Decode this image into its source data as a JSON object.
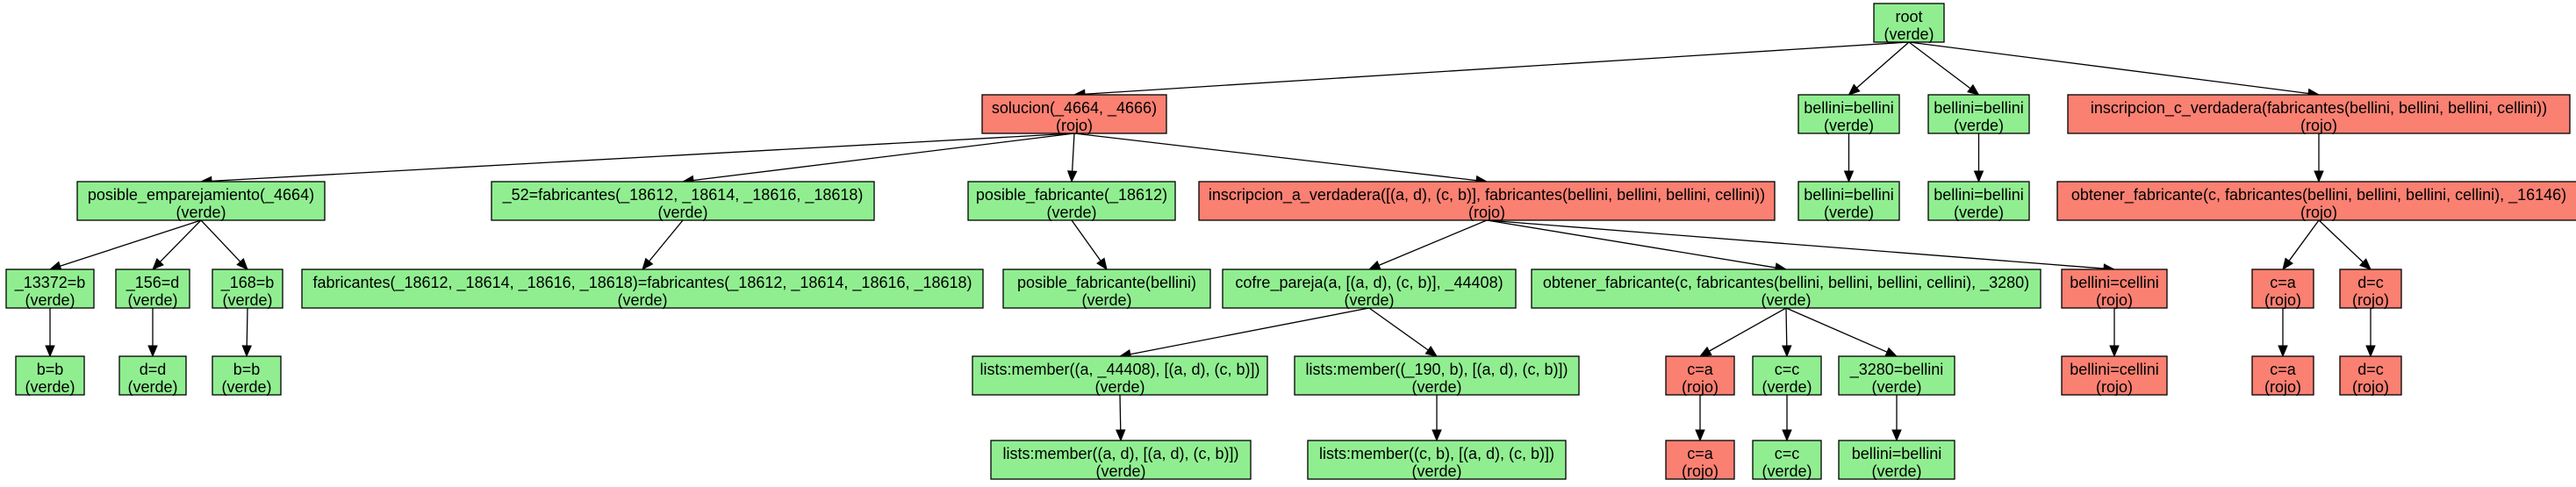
{
  "colors": {
    "verde": "#90ee90",
    "rojo": "#fa8072"
  },
  "nodes": [
    {
      "id": "root",
      "label": "root",
      "status": "(verde)",
      "color": "verde"
    },
    {
      "id": "solucion",
      "label": "solucion(_4664, _4666)",
      "status": "(rojo)",
      "color": "rojo"
    },
    {
      "id": "bellini1",
      "label": "bellini=bellini",
      "status": "(verde)",
      "color": "verde"
    },
    {
      "id": "bellini2",
      "label": "bellini=bellini",
      "status": "(verde)",
      "color": "verde"
    },
    {
      "id": "insc_c",
      "label": "inscripcion_c_verdadera(fabricantes(bellini, bellini, bellini, cellini))",
      "status": "(rojo)",
      "color": "rojo"
    },
    {
      "id": "bellini1c",
      "label": "bellini=bellini",
      "status": "(verde)",
      "color": "verde"
    },
    {
      "id": "bellini2c",
      "label": "bellini=bellini",
      "status": "(verde)",
      "color": "verde"
    },
    {
      "id": "obt2",
      "label": "obtener_fabricante(c, fabricantes(bellini, bellini, bellini, cellini), _16146)",
      "status": "(rojo)",
      "color": "rojo"
    },
    {
      "id": "ca2",
      "label": "c=a",
      "status": "(rojo)",
      "color": "rojo"
    },
    {
      "id": "dc2",
      "label": "d=c",
      "status": "(rojo)",
      "color": "rojo"
    },
    {
      "id": "ca2c",
      "label": "c=a",
      "status": "(rojo)",
      "color": "rojo"
    },
    {
      "id": "dc2c",
      "label": "d=c",
      "status": "(rojo)",
      "color": "rojo"
    },
    {
      "id": "posemp",
      "label": "posible_emparejamiento(_4664)",
      "status": "(verde)",
      "color": "verde"
    },
    {
      "id": "n52",
      "label": "_52=fabricantes(_18612, _18614, _18616, _18618)",
      "status": "(verde)",
      "color": "verde"
    },
    {
      "id": "posfab",
      "label": "posible_fabricante(_18612)",
      "status": "(verde)",
      "color": "verde"
    },
    {
      "id": "insc_a",
      "label": "inscripcion_a_verdadera([(a, d), (c, b)], fabricantes(bellini, bellini, bellini, cellini))",
      "status": "(rojo)",
      "color": "rojo"
    },
    {
      "id": "n13372",
      "label": "_13372=b",
      "status": "(verde)",
      "color": "verde"
    },
    {
      "id": "n156",
      "label": "_156=d",
      "status": "(verde)",
      "color": "verde"
    },
    {
      "id": "n168",
      "label": "_168=b",
      "status": "(verde)",
      "color": "verde"
    },
    {
      "id": "fabeq",
      "label": "fabricantes(_18612, _18614, _18616, _18618)=fabricantes(_18612, _18614, _18616, _18618)",
      "status": "(verde)",
      "color": "verde"
    },
    {
      "id": "posfabb",
      "label": "posible_fabricante(bellini)",
      "status": "(verde)",
      "color": "verde"
    },
    {
      "id": "bb1",
      "label": "b=b",
      "status": "(verde)",
      "color": "verde"
    },
    {
      "id": "dd",
      "label": "d=d",
      "status": "(verde)",
      "color": "verde"
    },
    {
      "id": "bb2",
      "label": "b=b",
      "status": "(verde)",
      "color": "verde"
    },
    {
      "id": "cofre",
      "label": "cofre_pareja(a, [(a, d), (c, b)], _44408)",
      "status": "(verde)",
      "color": "verde"
    },
    {
      "id": "obt1",
      "label": "obtener_fabricante(c, fabricantes(bellini, bellini, bellini, cellini), _3280)",
      "status": "(verde)",
      "color": "verde"
    },
    {
      "id": "bc",
      "label": "bellini=cellini",
      "status": "(rojo)",
      "color": "rojo"
    },
    {
      "id": "bcc",
      "label": "bellini=cellini",
      "status": "(rojo)",
      "color": "rojo"
    },
    {
      "id": "lm1",
      "label": "lists:member((a, _44408), [(a, d), (c, b)])",
      "status": "(verde)",
      "color": "verde"
    },
    {
      "id": "lm2",
      "label": "lists:member((_190, b), [(a, d), (c, b)])",
      "status": "(verde)",
      "color": "verde"
    },
    {
      "id": "lm1c",
      "label": "lists:member((a, d), [(a, d), (c, b)])",
      "status": "(verde)",
      "color": "verde"
    },
    {
      "id": "lm2c",
      "label": "lists:member((c, b), [(a, d), (c, b)])",
      "status": "(verde)",
      "color": "verde"
    },
    {
      "id": "ca1",
      "label": "c=a",
      "status": "(rojo)",
      "color": "rojo"
    },
    {
      "id": "cc1",
      "label": "c=c",
      "status": "(verde)",
      "color": "verde"
    },
    {
      "id": "n3280",
      "label": "_3280=bellini",
      "status": "(verde)",
      "color": "verde"
    },
    {
      "id": "ca1c",
      "label": "c=a",
      "status": "(rojo)",
      "color": "rojo"
    },
    {
      "id": "cc1c",
      "label": "c=c",
      "status": "(verde)",
      "color": "verde"
    },
    {
      "id": "n3280c",
      "label": "bellini=bellini",
      "status": "(verde)",
      "color": "verde"
    }
  ],
  "edges": [
    [
      "root",
      "solucion"
    ],
    [
      "root",
      "bellini1"
    ],
    [
      "root",
      "bellini2"
    ],
    [
      "root",
      "insc_c"
    ],
    [
      "bellini1",
      "bellini1c"
    ],
    [
      "bellini2",
      "bellini2c"
    ],
    [
      "insc_c",
      "obt2"
    ],
    [
      "obt2",
      "ca2"
    ],
    [
      "obt2",
      "dc2"
    ],
    [
      "ca2",
      "ca2c"
    ],
    [
      "dc2",
      "dc2c"
    ],
    [
      "solucion",
      "posemp"
    ],
    [
      "solucion",
      "n52"
    ],
    [
      "solucion",
      "posfab"
    ],
    [
      "solucion",
      "insc_a"
    ],
    [
      "posemp",
      "n13372"
    ],
    [
      "posemp",
      "n156"
    ],
    [
      "posemp",
      "n168"
    ],
    [
      "n13372",
      "bb1"
    ],
    [
      "n156",
      "dd"
    ],
    [
      "n168",
      "bb2"
    ],
    [
      "n52",
      "fabeq"
    ],
    [
      "posfab",
      "posfabb"
    ],
    [
      "insc_a",
      "cofre"
    ],
    [
      "insc_a",
      "obt1"
    ],
    [
      "insc_a",
      "bc"
    ],
    [
      "bc",
      "bcc"
    ],
    [
      "cofre",
      "lm1"
    ],
    [
      "cofre",
      "lm2"
    ],
    [
      "lm1",
      "lm1c"
    ],
    [
      "lm2",
      "lm2c"
    ],
    [
      "obt1",
      "ca1"
    ],
    [
      "obt1",
      "cc1"
    ],
    [
      "obt1",
      "n3280"
    ],
    [
      "ca1",
      "ca1c"
    ],
    [
      "cc1",
      "cc1c"
    ],
    [
      "n3280",
      "n3280c"
    ]
  ]
}
